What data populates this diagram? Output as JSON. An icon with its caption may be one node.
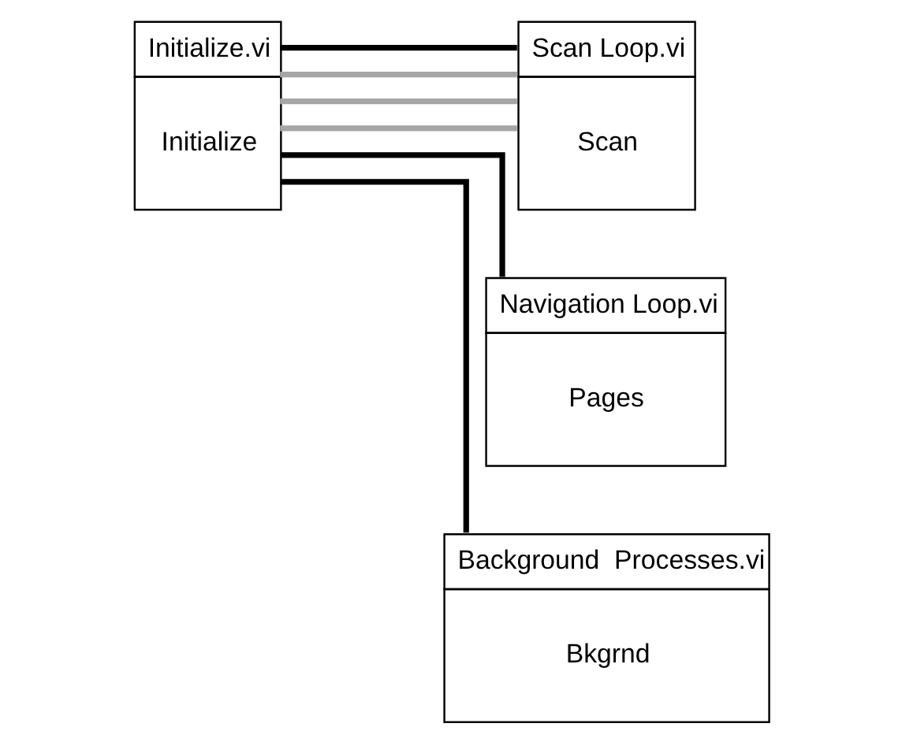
{
  "diagram": {
    "nodes": [
      {
        "text": [
          "Initialize.vi",
          "Initialize"
        ]
      },
      {
        "text": [
          "Scan Loop.vi",
          "Scan"
        ]
      },
      {
        "text": [
          "Navigation Loop.vi",
          "Pages"
        ]
      },
      {
        "text": [
          "Background  Processes.vi",
          "Bkgrnd"
        ]
      }
    ],
    "edges": [
      {
        "from": 0,
        "to": 1,
        "arrow": "none",
        "color": "#a6a6a6"
      },
      {
        "from": 0,
        "to": 1,
        "arrow": "none",
        "color": "#a6a6a6"
      },
      {
        "from": 0,
        "to": 1,
        "arrow": "none",
        "color": "#a6a6a6"
      },
      {
        "from": 0,
        "to": 1,
        "arrow": "none",
        "color": "#000000"
      },
      {
        "from": 0,
        "to": 2,
        "arrow": "none",
        "color": "#000000"
      },
      {
        "from": 0,
        "to": 3,
        "arrow": "none",
        "color": "#000000"
      }
    ]
  }
}
